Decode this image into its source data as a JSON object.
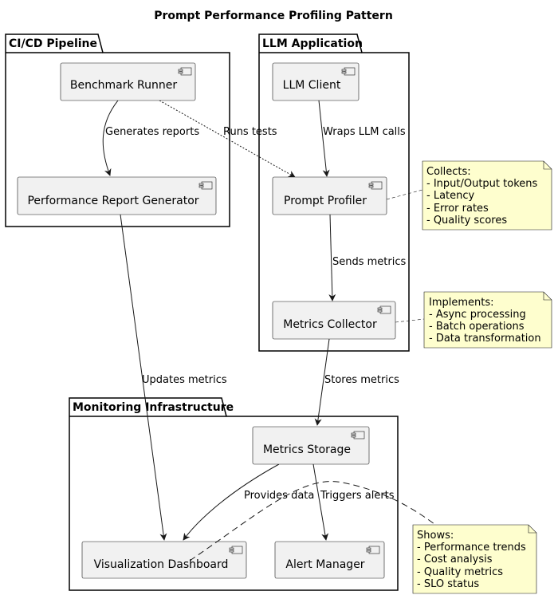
{
  "title": "Prompt Performance Profiling Pattern",
  "packages": {
    "cicd": "CI/CD Pipeline",
    "llm_app": "LLM Application",
    "monitoring": "Monitoring Infrastructure"
  },
  "components": {
    "benchmark_runner": "Benchmark Runner",
    "report_generator": "Performance Report Generator",
    "llm_client": "LLM Client",
    "prompt_profiler": "Prompt Profiler",
    "metrics_collector": "Metrics Collector",
    "metrics_storage": "Metrics Storage",
    "visualization_dashboard": "Visualization Dashboard",
    "alert_manager": "Alert Manager"
  },
  "edges": {
    "generates_reports": "Generates reports",
    "runs_tests": "Runs tests",
    "wraps_llm_calls": "Wraps LLM calls",
    "sends_metrics": "Sends metrics",
    "stores_metrics": "Stores metrics",
    "updates_metrics": "Updates metrics",
    "provides_data": "Provides data",
    "triggers_alerts": "Triggers alerts"
  },
  "notes": {
    "profiler": [
      "Collects:",
      "- Input/Output tokens",
      "- Latency",
      "- Error rates",
      "- Quality scores"
    ],
    "collector": [
      "Implements:",
      "- Async processing",
      "- Batch operations",
      "- Data transformation"
    ],
    "dashboard": [
      "Shows:",
      "- Performance trends",
      "- Cost analysis",
      "- Quality metrics",
      "- SLO status"
    ]
  },
  "colors": {
    "component_fill": "#f1f1f1",
    "note_fill": "#fefece",
    "stroke": "#181818"
  }
}
